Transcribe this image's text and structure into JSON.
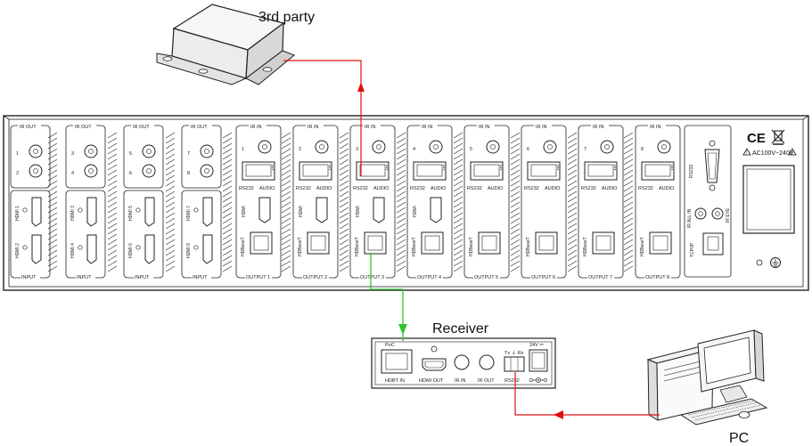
{
  "labels": {
    "third_party": "3rd party",
    "receiver": "Receiver",
    "pc": "PC"
  },
  "input_groups": [
    {
      "ir_out": "IR OUT",
      "ir1": "1",
      "ir2": "2",
      "hdmi_a": "HDMI 1",
      "hdmi_b": "HDMI 2",
      "footer": "INPUT"
    },
    {
      "ir_out": "IR OUT",
      "ir1": "3",
      "ir2": "4",
      "hdmi_a": "HDMI 3",
      "hdmi_b": "HDMI 4",
      "footer": "INPUT"
    },
    {
      "ir_out": "IR OUT",
      "ir1": "5",
      "ir2": "6",
      "hdmi_a": "HDMI 5",
      "hdmi_b": "HDMI 6",
      "footer": "INPUT"
    },
    {
      "ir_out": "IR OUT",
      "ir1": "7",
      "ir2": "8",
      "hdmi_a": "HDMI 7",
      "hdmi_b": "HDMI 8",
      "footer": "INPUT"
    }
  ],
  "output_groups": [
    {
      "ir_in": "IR IN",
      "num": "1",
      "rs232": "RS232",
      "audio": "AUDIO",
      "hdmi": "HDMI",
      "hdbaset": "HDBaseT",
      "footer": "OUTPUT 1"
    },
    {
      "ir_in": "IR IN",
      "num": "2",
      "rs232": "RS232",
      "audio": "AUDIO",
      "hdmi": "HDMI",
      "hdbaset": "HDBaseT",
      "footer": "OUTPUT 2"
    },
    {
      "ir_in": "IR IN",
      "num": "3",
      "rs232": "RS232",
      "audio": "AUDIO",
      "hdmi": "HDMI",
      "hdbaset": "HDBaseT",
      "footer": "OUTPUT 3"
    },
    {
      "ir_in": "IR IN",
      "num": "4",
      "rs232": "RS232",
      "audio": "AUDIO",
      "hdmi": "HDMI",
      "hdbaset": "HDBaseT",
      "footer": "OUTPUT 4"
    },
    {
      "ir_in": "IR IN",
      "num": "5",
      "rs232": "RS232",
      "audio": "AUDIO",
      "hdmi": "",
      "hdbaset": "HDBaseT",
      "footer": "OUTPUT 5"
    },
    {
      "ir_in": "IR IN",
      "num": "6",
      "rs232": "RS232",
      "audio": "AUDIO",
      "hdmi": "",
      "hdbaset": "HDBaseT",
      "footer": "OUTPUT 6"
    },
    {
      "ir_in": "IR IN",
      "num": "7",
      "rs232": "RS232",
      "audio": "AUDIO",
      "hdmi": "",
      "hdbaset": "HDBaseT",
      "footer": "OUTPUT 7"
    },
    {
      "ir_in": "IR IN",
      "num": "8",
      "rs232": "RS232",
      "audio": "AUDIO",
      "hdmi": "",
      "hdbaset": "HDBaseT",
      "footer": "OUTPUT 8"
    }
  ],
  "control": {
    "rs232": "RS232",
    "ir_all_in": "IR ALL IN",
    "ir_eye": "IR EYE",
    "tcpip": "TCP/IP",
    "ce_mark": "CE",
    "power": "AC100V~240V"
  },
  "receiver_panel": {
    "poc": "PoC",
    "hdbt_in": "HDBT IN",
    "hdmi_out": "HDMI OUT",
    "ir_in": "IR IN",
    "ir_out": "IR OUT",
    "txrx": "Tx ⏚ Rx",
    "rs232": "RS232",
    "dc": "24V ⎓"
  },
  "colors": {
    "red_line": "#e01010",
    "green_line": "#2ec52e",
    "panel_stroke": "#222222"
  },
  "icons": [
    "warning-icon",
    "weee-bin-icon",
    "ground-icon",
    "dc-polarity-icon"
  ]
}
